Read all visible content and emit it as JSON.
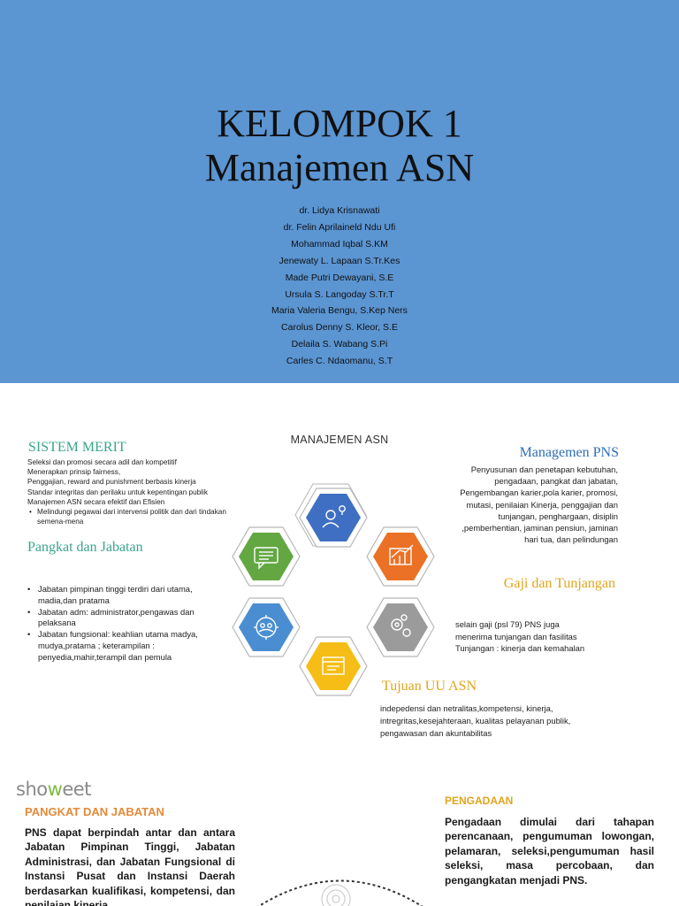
{
  "slide1": {
    "title_line1": "KELOMPOK 1",
    "title_line2": "Manajemen ASN",
    "members": [
      "dr. Lidya Krisnawati",
      "dr.  Felin Aprilaineld Ndu Ufi",
      "Mohammad Iqbal S.KM",
      "Jenewaty L. Lapaan S.Tr.Kes",
      "Made Putri Dewayani, S.E",
      "Ursula S. Langoday S.Tr.T",
      "Maria Valeria Bengu, S.Kep Ners",
      "Carolus Denny S. Kleor, S.E",
      "Delaila S.  Wabang S.Pi",
      "Carles C. Ndaomanu, S.T"
    ]
  },
  "slide2": {
    "center_title": "MANAJEMEN ASN",
    "sistem_merit": {
      "title": "SISTEM MERIT",
      "lines": [
        "Seleksi dan promosi secara adil dan kompetitif",
        "Menerapkan prinsip fairness,",
        "Penggajian, reward and punishment berbasis kinerja",
        "Standar integritas dan perilaku untuk kepentingan publik",
        "Manajemen ASN secara efektif dan Efisien"
      ],
      "bullet": "Melindungi pegawai dari intervensi politik dan dari tindakan semena-mena"
    },
    "pangkat": {
      "title": "Pangkat dan Jabatan",
      "items": [
        "Jabatan pimpinan tinggi terdiri dari utama, madia,dan pratama",
        "Jabatan adm: administrator,pengawas dan pelaksana",
        "Jabatan fungsional: keahlian utama madya, mudya,pratama ; keterampilan : penyedia,mahir,terampil dan pemula"
      ]
    },
    "managemen_pns": {
      "title": "Managemen PNS",
      "text": "Penyusunan dan penetapan kebutuhan, pengadaan, pangkat dan jabatan, Pengembangan karier,pola karier, promosi, mutasi, penilaian Kinerja, penggajian dan tunjangan, penghargaan, disiplin ,pemberhentian, jaminan pensiun, jaminan hari tua, dan pelindungan"
    },
    "gaji": {
      "title": "Gaji dan Tunjangan",
      "lines": [
        "selain gaji (psl 79) PNS juga",
        "menerima tunjangan dan fasilitas",
        "Tunjangan : kinerja dan kemahalan"
      ]
    },
    "tujuan": {
      "title": "Tujuan UU ASN",
      "text": "indepedensi dan netralitas,kompetensi, kinerja, intregritas,kesejahteraan, kualitas pelayanan publik, pengawasan dan akuntabilitas"
    },
    "hex_colors": {
      "top": "#3f6fc3",
      "top_right": "#ea7125",
      "bottom_right": "#9b9b9b",
      "bottom": "#f5bd16",
      "bottom_left": "#4a8ed1",
      "top_left": "#62a742"
    },
    "hex_icons": [
      "person-idea-icon",
      "growth-chart-icon",
      "gears-icon",
      "browser-window-icon",
      "team-target-icon",
      "chat-message-icon"
    ]
  },
  "slide3": {
    "logo_prefix": "sh",
    "logo_mid": "o",
    "logo_w": "w",
    "logo_suffix": "eet",
    "left_title": "PANGKAT DAN JABATAN",
    "left_text": "PNS dapat berpindah antar dan antara Jabatan Pimpinan Tinggi, Jabatan Administrasi, dan Jabatan Fungsional di Instansi Pusat dan Instansi Daerah berdasarkan kualifikasi, kompetensi, dan penilaian kinerja.",
    "right_title": "PENGADAAN",
    "right_text": "Pengadaan dimulai dari tahapan perencanaan, pengumuman lowongan, pelamaran, seleksi,pengumuman hasil seleksi, masa percobaan, dan pengangkatan menjadi PNS."
  }
}
